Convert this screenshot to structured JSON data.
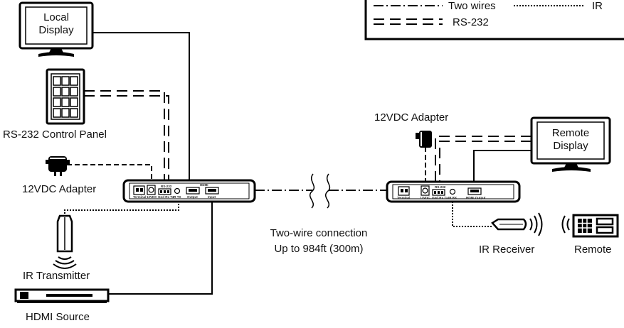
{
  "labels": {
    "local_display_line1": "Local",
    "local_display_line2": "Display",
    "rs232_panel": "RS-232 Control Panel",
    "adapter_left": "12VDC Adapter",
    "ir_transmitter": "IR Transmitter",
    "hdmi_source": "HDMI Source",
    "adapter_right": "12VDC Adapter",
    "remote_display_line1": "Remote",
    "remote_display_line2": "Display",
    "two_wire_line1": "Two-wire connection",
    "two_wire_line2": "Up to 984ft (300m)",
    "ir_receiver": "IR Receiver",
    "remote": "Remote"
  },
  "legend": {
    "two_wires": "Two wires",
    "ir": "IR",
    "rs232": "RS-232"
  },
  "transmitter_ports": {
    "terminal": "Terminal",
    "dc": "12VDC",
    "rs232_header": "RS-232",
    "rs232_pins": "Gnd Rx Tx",
    "ir_tx": "IR TX",
    "hdmi_header": "HDMI",
    "output": "Output",
    "input": "Input"
  },
  "receiver_ports": {
    "terminal": "Terminal",
    "dc": "12VDC",
    "rs232_header": "RS-232",
    "rs232_pins": "Gnd Rx Tx",
    "ir_rx": "IR RX",
    "hdmi_output": "HDMI Output"
  }
}
